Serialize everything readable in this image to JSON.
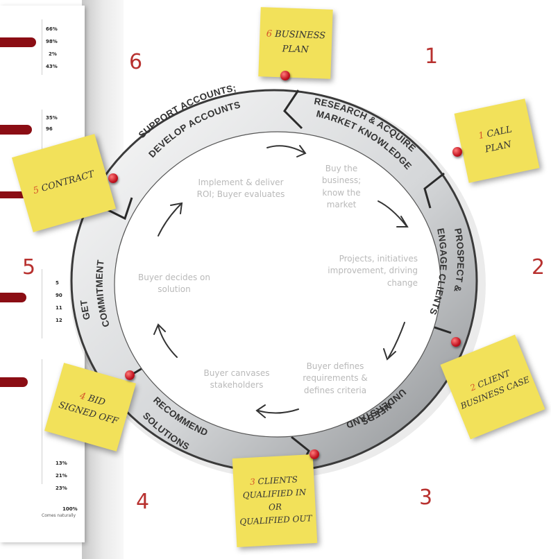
{
  "left_chart": {
    "percentages": [
      "66%",
      "98%",
      "2%",
      "43%",
      "35%",
      "96",
      "5",
      "90",
      "11",
      "12",
      "13%",
      "21%",
      "23%"
    ],
    "footer_value": "100%",
    "footer_label": "Comes naturally"
  },
  "stage_numbers": [
    "1",
    "2",
    "3",
    "4",
    "5",
    "6"
  ],
  "stages": {
    "research": [
      "RESEARCH & ACQUIRE",
      "MARKET KNOWLEDGE"
    ],
    "prospect": [
      "PROSPECT &",
      "ENGAGE CLIENTS"
    ],
    "understand": [
      "UNDERSTAND",
      "NEEDS"
    ],
    "recommend": [
      "RECOMMEND",
      "SOLUTIONS"
    ],
    "commit": [
      "GET",
      "COMMITMENT"
    ],
    "support": [
      "SUPPORT ACCOUNTS;",
      "DEVELOP ACCOUNTS"
    ]
  },
  "inner_texts": {
    "know_business": "Buy the business; know the market",
    "projects": "Projects, initiatives improvement, driving change",
    "defines_reqs": "Buyer defines requirements & defines criteria",
    "canvases": "Buyer canvases stakeholders",
    "decides": "Buyer decides on solution",
    "implement": "Implement & deliver ROI; Buyer evaluates"
  },
  "notes": {
    "business_plan": {
      "num": "6",
      "lines": [
        "BUSINESS",
        "PLAN"
      ]
    },
    "call_plan": {
      "num": "1",
      "lines": [
        "CALL",
        "PLAN"
      ]
    },
    "client_case": {
      "num": "2",
      "lines": [
        "CLIENT",
        "BUSINESS CASE"
      ]
    },
    "qualified": {
      "num": "3",
      "lines": [
        "CLIENTS",
        "QUALIFIED IN",
        "OR",
        "QUALIFIED OUT"
      ]
    },
    "bid": {
      "num": "4",
      "lines": [
        "BID",
        "SIGNED OFF"
      ]
    },
    "contract": {
      "num": "5",
      "lines": [
        "CONTRACT"
      ]
    }
  },
  "colors": {
    "band_light": "#f2f2f2",
    "band_dark": "#8a8d90",
    "stage_number": "#b8312f",
    "note": "#f2e15a",
    "bar": "#8b0d14"
  }
}
